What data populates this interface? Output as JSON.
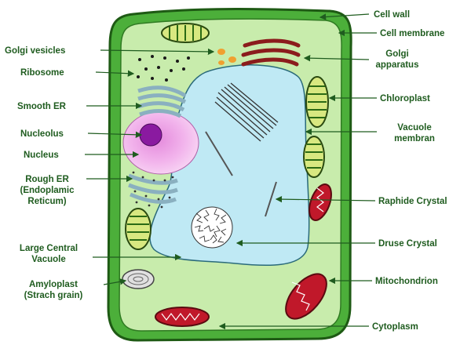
{
  "labels": {
    "cell_wall": "Cell wall",
    "cell_membrane": "Cell membrane",
    "golgi_vesicles": "Golgi vesicles",
    "golgi_apparatus_1": "Golgi",
    "golgi_apparatus_2": "apparatus",
    "ribosome": "Ribosome",
    "chloroplast": "Chloroplast",
    "smooth_er": "Smooth ER",
    "vacuole_membrane_1": "Vacuole",
    "vacuole_membrane_2": "membran",
    "nucleolus": "Nucleolus",
    "nucleus": "Nucleus",
    "rough_er_1": "Rough ER",
    "rough_er_2": "(Endoplamic",
    "rough_er_3": "Reticum)",
    "raphide_crystal": "Raphide Crystal",
    "large_central_vacuole_1": "Large Central",
    "large_central_vacuole_2": "Vacuole",
    "druse_crystal": "Druse Crystal",
    "amyloplast_1": "Amyloplast",
    "amyloplast_2": "(Strach grain)",
    "mitochondrion": "Mitochondrion",
    "cytoplasm": "Cytoplasm"
  },
  "colors": {
    "cell_wall": "#4caf3a",
    "cytoplasm": "#c8ecac",
    "vacuole": "#bfe9f4",
    "nucleus": "#f0a8e8",
    "nucleolus": "#8a1aa0",
    "golgi": "#8b1c1c",
    "mitochondrion": "#c0182a",
    "label_text": "#1f5c1f",
    "leader_line": "#1f5c1f"
  }
}
